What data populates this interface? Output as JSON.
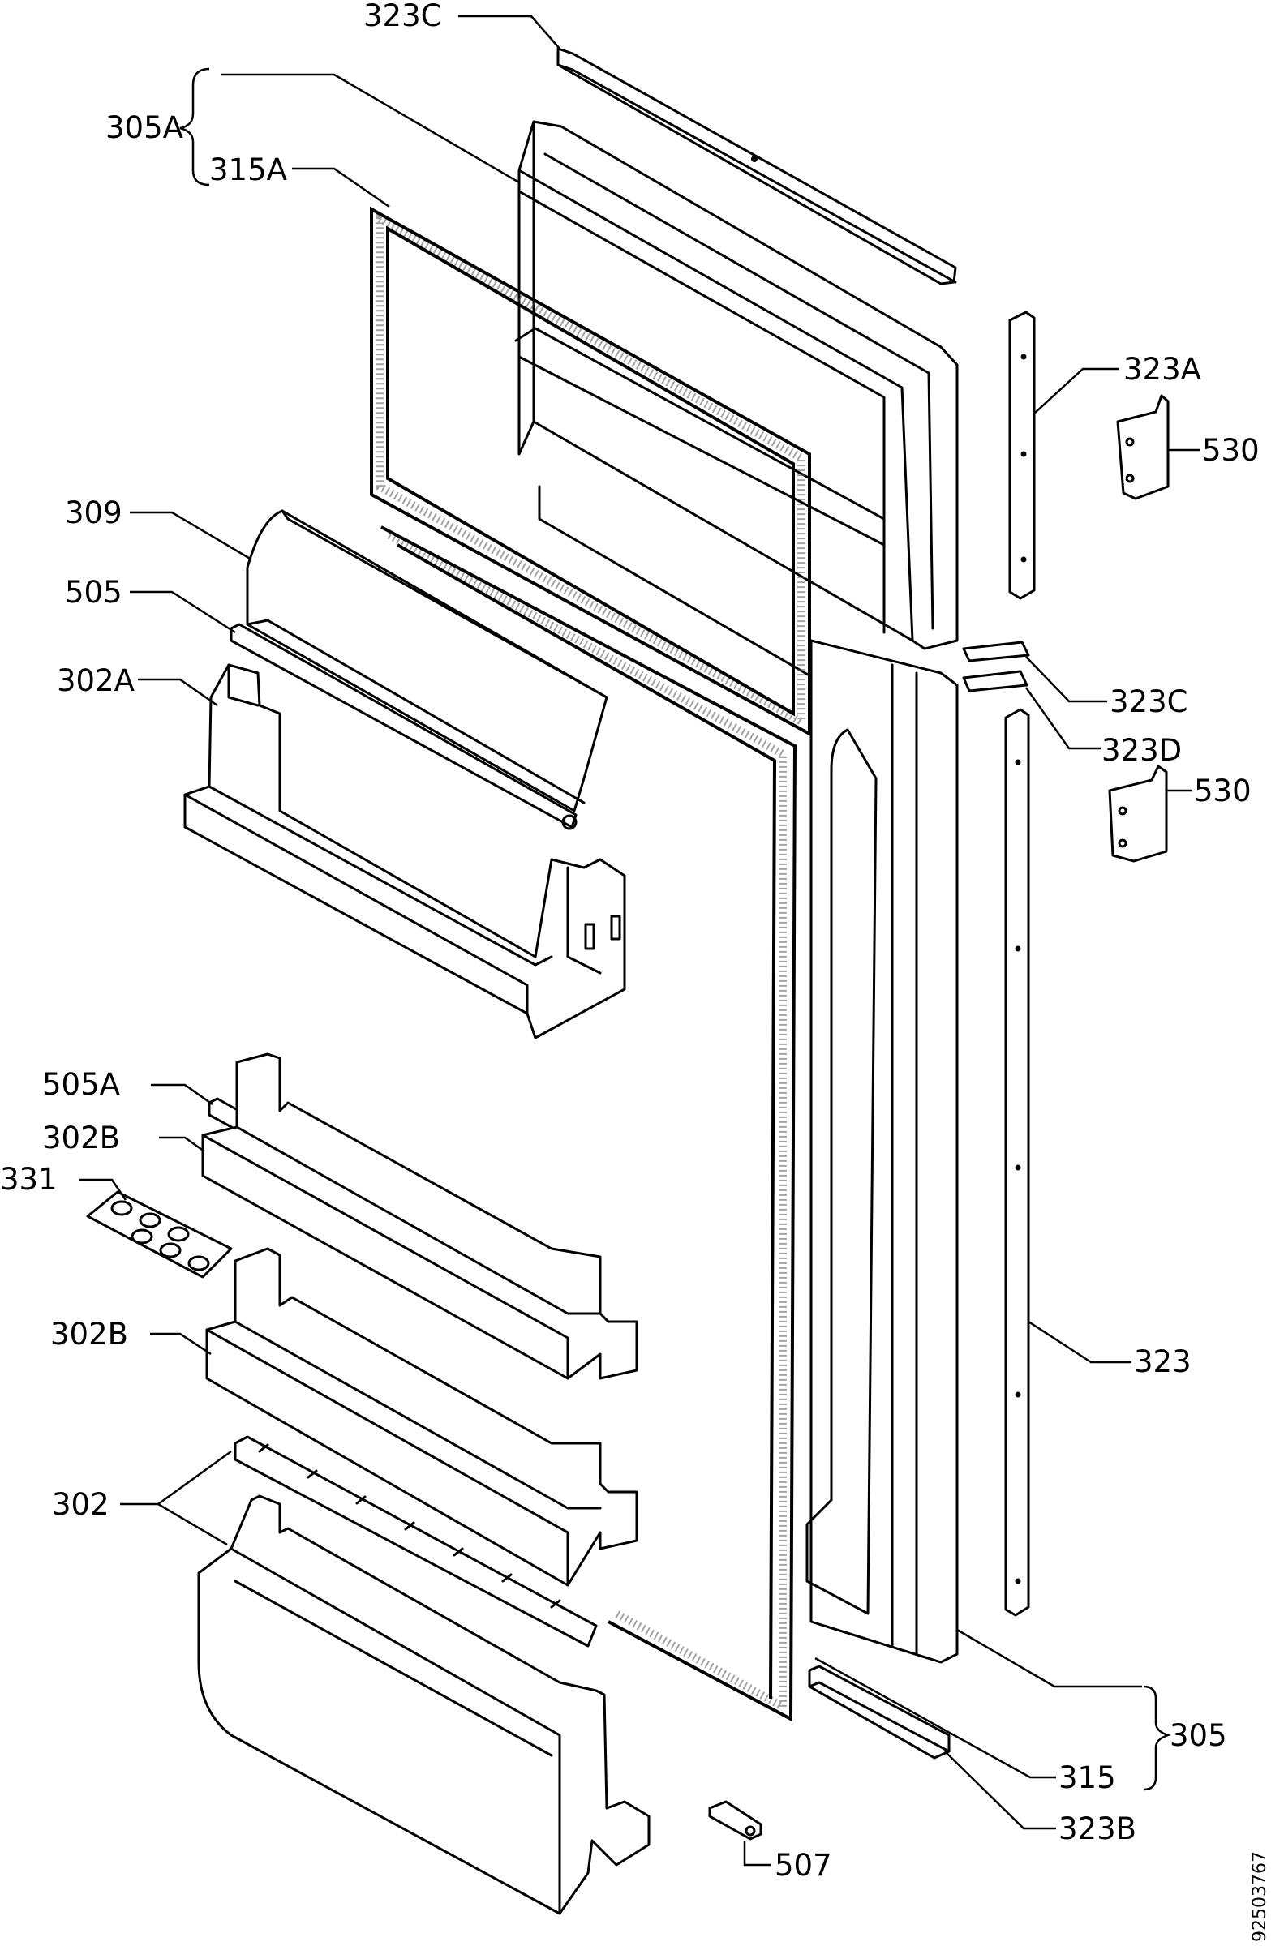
{
  "callouts": {
    "c323C_top": "323C",
    "c305A": "305A",
    "c315A": "315A",
    "c323A": "323A",
    "c530_top": "530",
    "c309": "309",
    "c505": "505",
    "c302A": "302A",
    "c323C_mid": "323C",
    "c323D": "323D",
    "c530_mid": "530",
    "c505A": "505A",
    "c302B_1": "302B",
    "c331": "331",
    "c302B_2": "302B",
    "c323": "323",
    "c302": "302",
    "c305": "305",
    "c315": "315",
    "c323B": "323B",
    "c507": "507"
  },
  "document_number": "92503767"
}
